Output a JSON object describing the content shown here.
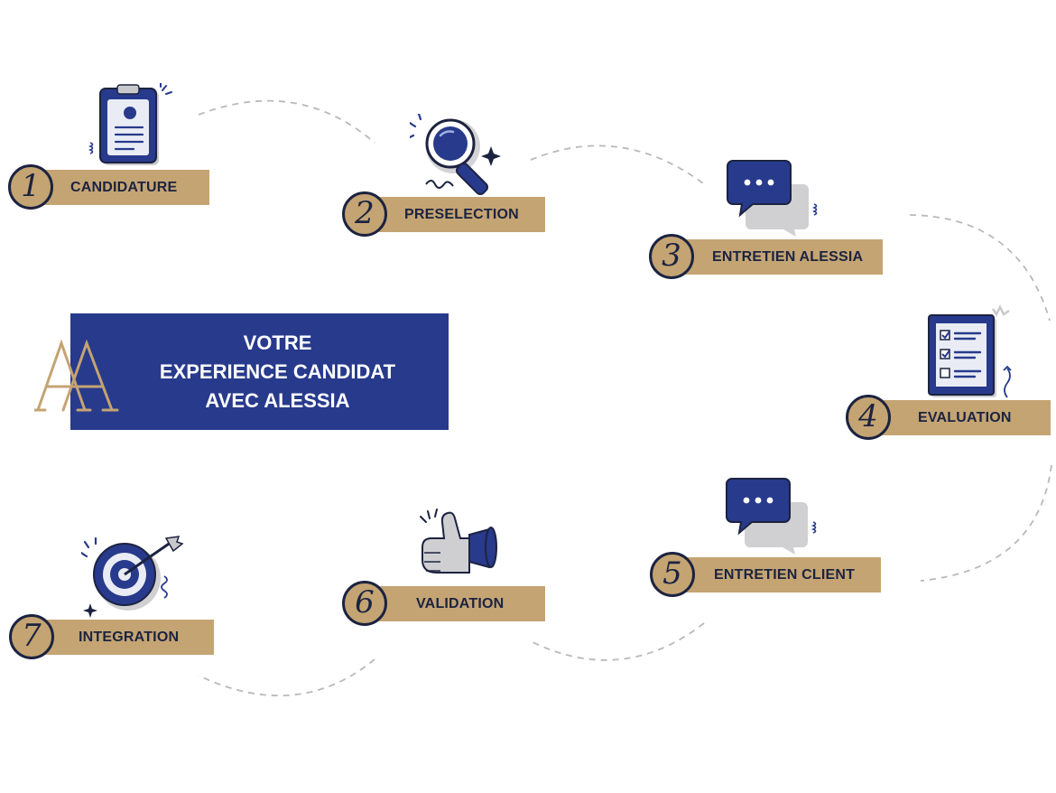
{
  "title": {
    "line1": "VOTRE",
    "line2": "EXPERIENCE CANDIDAT",
    "line3": "AVEC ALESSIA",
    "logo_letter": "A"
  },
  "colors": {
    "navy": "#283a8c",
    "gold": "#c4a473",
    "ink": "#1c2340",
    "grey": "#cfcfcf"
  },
  "steps": [
    {
      "number": "1",
      "label": "CANDIDATURE",
      "icon": "clipboard-icon"
    },
    {
      "number": "2",
      "label": "PRESELECTION",
      "icon": "magnifier-icon"
    },
    {
      "number": "3",
      "label": "ENTRETIEN ALESSIA",
      "icon": "chat-bubbles-icon"
    },
    {
      "number": "4",
      "label": "EVALUATION",
      "icon": "checklist-icon"
    },
    {
      "number": "5",
      "label": "ENTRETIEN CLIENT",
      "icon": "chat-bubbles-icon"
    },
    {
      "number": "6",
      "label": "VALIDATION",
      "icon": "thumbs-up-icon"
    },
    {
      "number": "7",
      "label": "INTEGRATION",
      "icon": "target-icon"
    }
  ]
}
